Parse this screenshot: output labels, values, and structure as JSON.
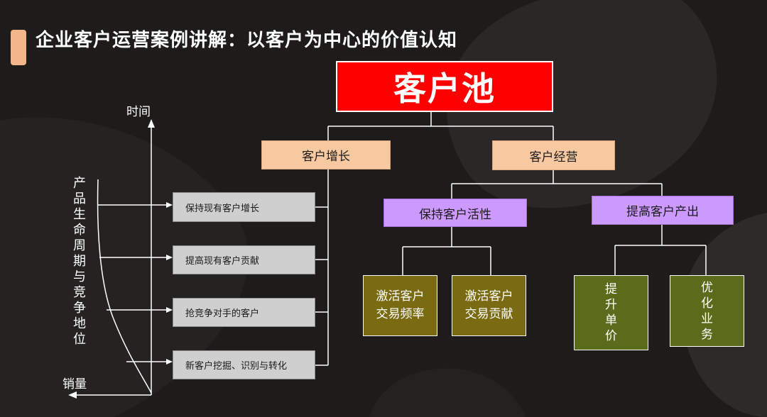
{
  "title": "企业客户运营案例讲解：以客户为中心的价值认知",
  "root": "客户池",
  "branches": {
    "growth": "客户增长",
    "operation": "客户经营"
  },
  "growth_items": [
    "保持现有客户增长",
    "提高现有客户贡献",
    "抢竞争对手的客户",
    "新客户挖掘、识别与转化"
  ],
  "operation_subs": {
    "activity": "保持客户活性",
    "output": "提高客户产出"
  },
  "activity_leaves": [
    "激活客户\n交易频率",
    "激活客户\n交易贡献"
  ],
  "output_leaves": [
    "提\n升\n单\n价",
    "优\n化\n业\n务"
  ],
  "axes": {
    "time": "时间",
    "sales": "销量",
    "curve_label": "产品生命周期与竞争地位"
  },
  "colors": {
    "background": "#1e1c1b",
    "accent": "#f2b68a",
    "root": "#ff0000",
    "peach": "#f8c9a0",
    "purple": "#cc99ff",
    "olive": "#7a6a12",
    "green": "#5a6b1c",
    "gray": "#cfcfcf"
  }
}
